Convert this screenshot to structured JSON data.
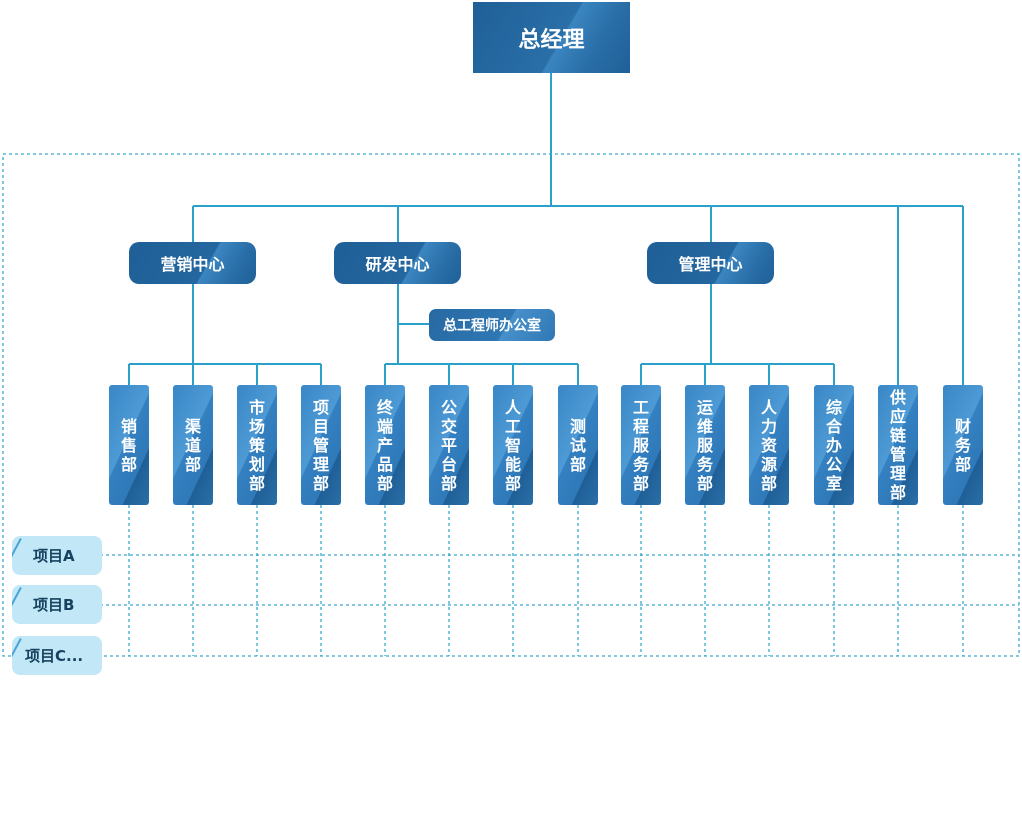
{
  "org": {
    "ceo": "总经理",
    "centers": {
      "marketing": "营销中心",
      "rnd": "研发中心",
      "management": "管理中心"
    },
    "chief_engineer_office": "总工程师办公室",
    "departments": [
      "销售部",
      "渠道部",
      "市场策划部",
      "项目管理部",
      "终端产品部",
      "公交平台部",
      "人工智能部",
      "测试部",
      "工程服务部",
      "运维服务部",
      "人力资源部",
      "综合办公室",
      "供应链管理部",
      "财务部"
    ]
  },
  "projects": [
    "项目A",
    "项目B",
    "项目C..."
  ],
  "colors": {
    "connector": "#2aa1c8",
    "dark_box": "#1f5f97",
    "dept_box": "#3987c6",
    "project_tag": "#c2e7f7"
  }
}
